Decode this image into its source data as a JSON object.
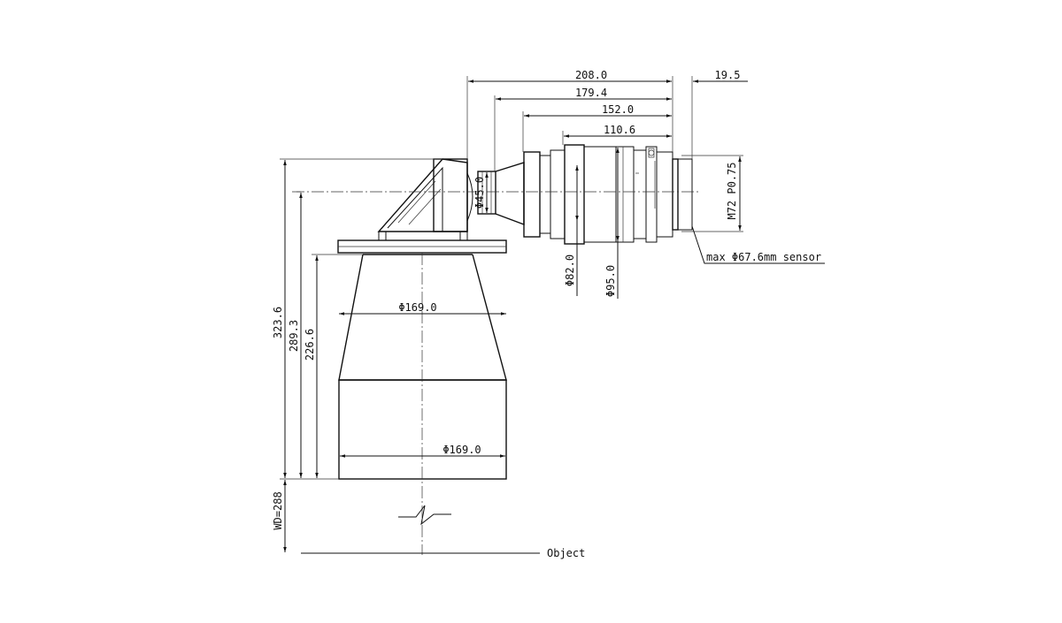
{
  "dimensions": {
    "length_total": "208.0",
    "flange_offset": "19.5",
    "length_179": "179.4",
    "length_152": "152.0",
    "length_110": "110.6",
    "dia_45": "Φ45.0",
    "dia_82": "Φ82.0",
    "dia_95": "Φ95.0",
    "thread": "M72 P0.75",
    "sensor": "max Φ67.6mm sensor",
    "dia_front_top": "Φ169.0",
    "dia_front_bottom": "Φ169.0",
    "height_323": "323.6",
    "height_289": "289.3",
    "height_226": "226.6",
    "working_distance": "WD=288"
  },
  "labels": {
    "object": "Object"
  }
}
